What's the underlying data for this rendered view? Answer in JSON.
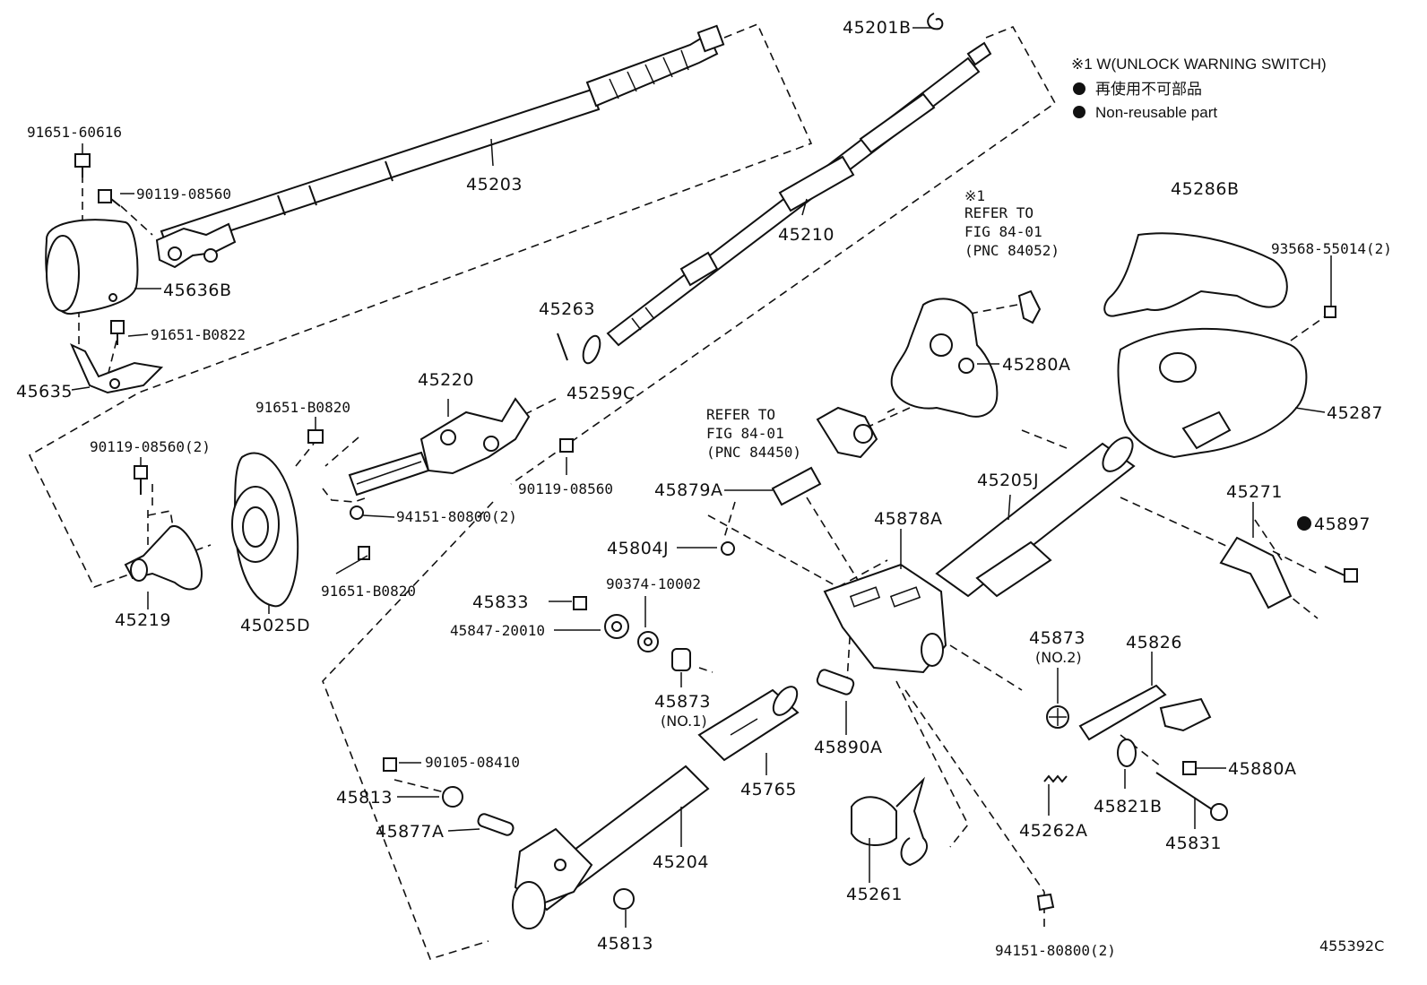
{
  "legend": {
    "note1": "※1 W(UNLOCK WARNING SWITCH)",
    "non_reusable_jp": "再使用不可部品",
    "non_reusable_en": "Non-reusable part"
  },
  "references": {
    "ref1_mark": "※1",
    "ref1_line1": "REFER TO",
    "ref1_line2": "FIG 84-01",
    "ref1_line3": "(PNC 84052)",
    "ref2_line1": "REFER TO",
    "ref2_line2": "FIG 84-01",
    "ref2_line3": "(PNC 84450)"
  },
  "labels": {
    "p45201B": "45201B",
    "p91651_60616": "91651-60616",
    "p90119_08560_top": "90119-08560",
    "p45203": "45203",
    "p45210": "45210",
    "p45636B": "45636B",
    "p91651_B0822": "91651-B0822",
    "p45635": "45635",
    "p45263": "45263",
    "p45259C": "45259C",
    "p45220": "45220",
    "p91651_B0820_a": "91651-B0820",
    "p90119_08560_2": "90119-08560(2)",
    "p90119_08560_mid": "90119-08560",
    "p94151_80800_2_a": "94151-80800(2)",
    "p91651_B0820_b": "91651-B0820",
    "p45219": "45219",
    "p45025D": "45025D",
    "p45286B": "45286B",
    "p93568_55014_2": "93568-55014(2)",
    "p45280A": "45280A",
    "p45287": "45287",
    "p45879A": "45879A",
    "p45205J": "45205J",
    "p45271": "45271",
    "p45897": "45897",
    "p45804J": "45804J",
    "p45878A": "45878A",
    "p45833": "45833",
    "p90374_10002": "90374-10002",
    "p45847_20010": "45847-20010",
    "p45873_no1": "45873",
    "p45873_no1_sub": "(NO.1)",
    "p45873_no2": "45873",
    "p45873_no2_sub": "(NO.2)",
    "p45826": "45826",
    "p45890A": "45890A",
    "p45880A": "45880A",
    "p90105_08410": "90105-08410",
    "p45813_a": "45813",
    "p45877A": "45877A",
    "p45765": "45765",
    "p45204": "45204",
    "p45813_b": "45813",
    "p45261": "45261",
    "p45262A": "45262A",
    "p45821B": "45821B",
    "p45831": "45831",
    "p94151_80800_2_b": "94151-80800(2)",
    "diagram_id": "455392C"
  }
}
